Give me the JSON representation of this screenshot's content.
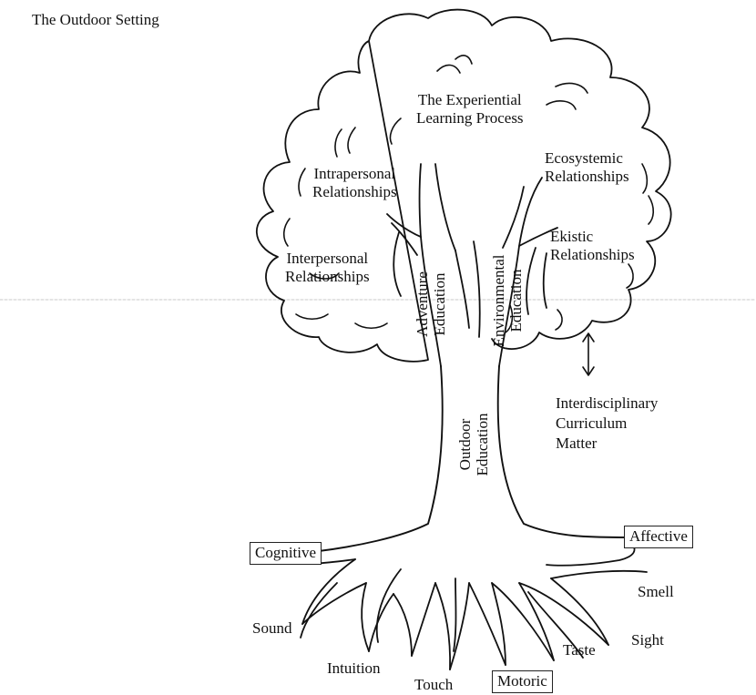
{
  "setting_title": "The Outdoor Setting",
  "canopy": {
    "process": {
      "line1": "The Experiential",
      "line2": "Learning Process"
    },
    "intrapersonal": {
      "line1": "Intrapersonal",
      "line2": "Relationships"
    },
    "interpersonal": {
      "line1": "Interpersonal",
      "line2": "Relationships"
    },
    "ecosystemic": {
      "line1": "Ecosystemic",
      "line2": "Relationships"
    },
    "ekistic": {
      "line1": "Ekistic",
      "line2": "Relationships"
    }
  },
  "branches": {
    "adventure": {
      "line1": "Adventure",
      "line2": "Education"
    },
    "environmental": {
      "line1": "Environmental",
      "line2": "Education"
    }
  },
  "trunk": {
    "line1": "Outdoor",
    "line2": "Education"
  },
  "curriculum": {
    "line1": "Interdisciplinary",
    "line2": "Curriculum",
    "line3": "Matter"
  },
  "domains": {
    "cognitive": "Cognitive",
    "affective": "Affective",
    "motoric": "Motoric"
  },
  "senses": {
    "sound": "Sound",
    "intuition": "Intuition",
    "touch": "Touch",
    "taste": "Taste",
    "sight": "Sight",
    "smell": "Smell"
  }
}
